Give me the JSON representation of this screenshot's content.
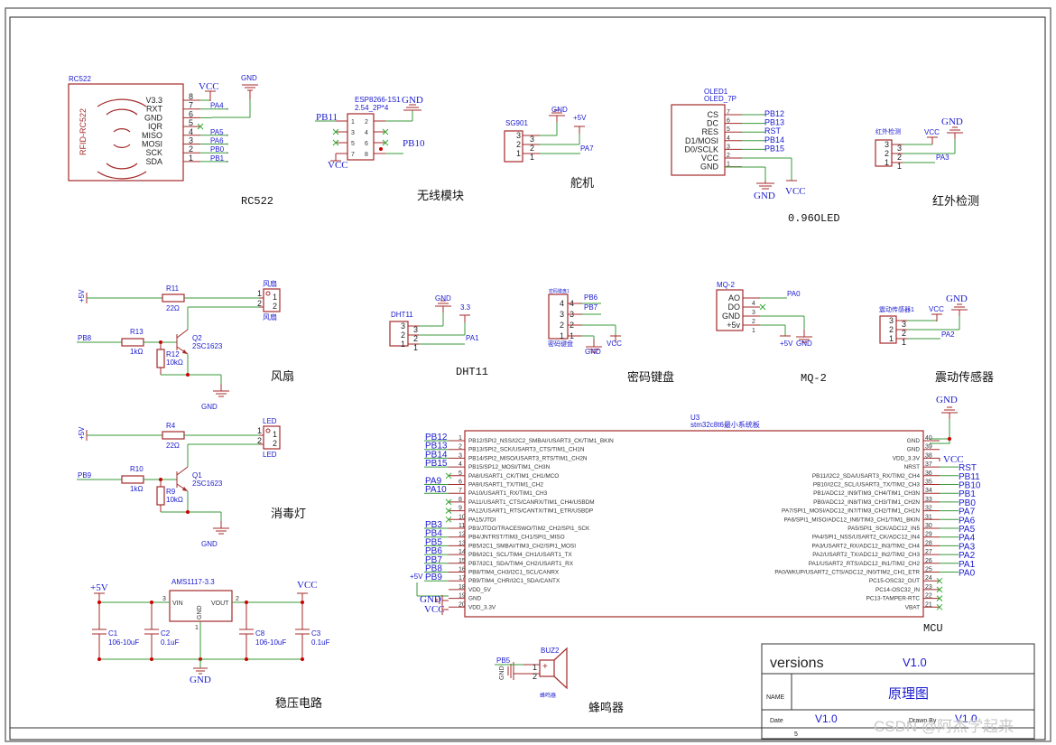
{
  "document": {
    "type": "schematic",
    "title": "原理图",
    "version": "V1.0"
  },
  "blocks": {
    "rc522": {
      "ref": "RC522",
      "part": "RFID-RC522",
      "caption": "RC522",
      "pins": [
        {
          "num": "8",
          "name": "V3.3",
          "net": "VCC"
        },
        {
          "num": "7",
          "name": "RXT",
          "net": "PA4"
        },
        {
          "num": "6",
          "name": "GND",
          "net": "GND"
        },
        {
          "num": "5",
          "name": "IQR",
          "net": "NC"
        },
        {
          "num": "4",
          "name": "MISO",
          "net": "PA5"
        },
        {
          "num": "3",
          "name": "MOSI",
          "net": "PA6"
        },
        {
          "num": "2",
          "name": "SCK",
          "net": "PB0"
        },
        {
          "num": "1",
          "name": "SDA",
          "net": "PB1"
        }
      ],
      "power": {
        "vcc": "VCC",
        "gnd": "GND"
      }
    },
    "wifi": {
      "ref": "ESP8266-1S1",
      "footprint": "2.54_2P*4",
      "caption": "无线模块",
      "pins_left": [
        "1",
        "3",
        "5",
        "7"
      ],
      "pins_right": [
        "2",
        "4",
        "6",
        "8"
      ],
      "nets": {
        "pin1": "PB11",
        "pin2": "GND",
        "pin7": "VCC",
        "pin8": "PB10"
      }
    },
    "servo": {
      "ref": "SG901",
      "caption": "舵机",
      "pins": [
        "3",
        "2",
        "1"
      ],
      "nets": {
        "pin3": "GND",
        "pin2": "+5V",
        "pin1": "PA7"
      }
    },
    "oled": {
      "ref": "OLED1",
      "part": "OLED_7P",
      "caption": "0.96OLED",
      "pins": [
        {
          "num": "7",
          "name": "CS",
          "net": "PB12"
        },
        {
          "num": "6",
          "name": "DC",
          "net": "PB13"
        },
        {
          "num": "5",
          "name": "RES",
          "net": "RST"
        },
        {
          "num": "4",
          "name": "D1/MOSI",
          "net": "PB14"
        },
        {
          "num": "3",
          "name": "D0/SCLK",
          "net": "PB15"
        },
        {
          "num": "2",
          "name": "VCC",
          "net": "VCC"
        },
        {
          "num": "1",
          "name": "GND",
          "net": "GND"
        }
      ],
      "power": {
        "vcc": "VCC",
        "gnd": "GND"
      }
    },
    "ir": {
      "ref": "红外检测",
      "caption": "红外检测",
      "pins": [
        "3",
        "2",
        "1"
      ],
      "nets": {
        "pin3": "VCC",
        "pin2": "GND",
        "pin1": "PA3"
      }
    },
    "fan": {
      "caption": "风扇",
      "connector": "风扇",
      "connector_value": "风扇",
      "supply": "+5V",
      "input": "PB8",
      "gnd": "GND",
      "r_series": {
        "ref": "R11",
        "value": "22Ω"
      },
      "r_base": {
        "ref": "R13",
        "value": "1kΩ"
      },
      "r_pull": {
        "ref": "R12",
        "value": "10kΩ"
      },
      "transistor": {
        "ref": "Q2",
        "part": "2SC1623"
      },
      "conn_pins": [
        "1",
        "2"
      ]
    },
    "dht11": {
      "ref": "DHT11",
      "caption": "DHT11",
      "pins": [
        "3",
        "2",
        "1"
      ],
      "nets": {
        "pin3": "GND",
        "pin2": "3.3",
        "pin1": "PA1"
      }
    },
    "keypad": {
      "ref": "密码键盘1",
      "value": "密码键盘",
      "caption": "密码键盘",
      "pins": [
        "4",
        "3",
        "2",
        "1"
      ],
      "nets": {
        "pin4": "PB6",
        "pin3": "PB7",
        "pin2": "VCC",
        "pin1": "GND"
      }
    },
    "mq2": {
      "ref": "MQ-2",
      "caption": "MQ-2",
      "pins": [
        {
          "num": "4",
          "name": "AO",
          "net": "PA0"
        },
        {
          "num": "3",
          "name": "DO",
          "net": "NC"
        },
        {
          "num": "2",
          "name": "GND",
          "net": "GND"
        },
        {
          "num": "1",
          "name": "+5v",
          "net": "+5V"
        }
      ],
      "power": {
        "v5": "+5V",
        "gnd": "GND"
      }
    },
    "vibration": {
      "ref": "震动传感器1",
      "caption": "震动传感器",
      "pins": [
        "3",
        "2",
        "1"
      ],
      "nets": {
        "pin3": "VCC",
        "pin2": "GND",
        "pin1": "PA2"
      }
    },
    "uv_led": {
      "caption": "消毒灯",
      "connector": "LED",
      "connector_value": "LED",
      "supply": "+5V",
      "input": "PB9",
      "gnd": "GND",
      "r_series": {
        "ref": "R4",
        "value": "22Ω"
      },
      "r_base": {
        "ref": "R10",
        "value": "1kΩ"
      },
      "r_pull": {
        "ref": "R9",
        "value": "10kΩ"
      },
      "transistor": {
        "ref": "Q1",
        "part": "2SC1623"
      },
      "conn_pins": [
        "1",
        "2"
      ]
    },
    "mcu": {
      "ref": "U3",
      "part": "stm32c8t6最小系统板",
      "caption": "MCU",
      "left_pins": [
        {
          "num": "1",
          "name": "PB12/SPI2_NSS/I2C2_SMBAI/USART3_CK/TIM1_BKIN",
          "net": "PB12"
        },
        {
          "num": "2",
          "name": "PB13/SPI2_SCK/USART3_CTS/TIM1_CH1N",
          "net": "PB13"
        },
        {
          "num": "3",
          "name": "PB14/SPI2_MISO/USART3_RTS/TIM1_CH2N",
          "net": "PB14"
        },
        {
          "num": "4",
          "name": "PB15/SP12_MOSI/TIM1_CH3N",
          "net": "PB15"
        },
        {
          "num": "5",
          "name": "PA8/USART1_CK/TIM1_CH1/MCO",
          "net": "NC"
        },
        {
          "num": "6",
          "name": "PA9/USART1_TX/TIM1_CH2",
          "net": "PA9"
        },
        {
          "num": "7",
          "name": "PA10/USART1_RX/TIM1_CH3",
          "net": "PA10"
        },
        {
          "num": "8",
          "name": "PA11/USART1_CTS/CANRX/TIM1_CH4/USBDM",
          "net": "NC"
        },
        {
          "num": "9",
          "name": "PA12/USART1_RTS/CANTX/TIM1_ETR/USBDP",
          "net": "NC"
        },
        {
          "num": "10",
          "name": "PA15/JTDI",
          "net": "NC"
        },
        {
          "num": "11",
          "name": "PB3/JTDO/TRACESWO/TIM2_CH2/SPI1_SCK",
          "net": "PB3"
        },
        {
          "num": "12",
          "name": "PB4/JNTRST/TIM3_CH1/SPI1_MISO",
          "net": "PB4"
        },
        {
          "num": "13",
          "name": "PB5/I2C1_SMBAI/TIM3_CH2/SPI1_MOSI",
          "net": "PB5"
        },
        {
          "num": "14",
          "name": "PB6/I2C1_SCL/TIM4_CH1/USART1_TX",
          "net": "PB6"
        },
        {
          "num": "15",
          "name": "PB7/I2C1_SDA/TIM4_CH2/USART1_RX",
          "net": "PB7"
        },
        {
          "num": "16",
          "name": "PB8/TIM4_CH3/I2C1_SCL/CANRX",
          "net": "PB8"
        },
        {
          "num": "17",
          "name": "PB9/TIM4_CHR/I2C1_SDA/CANTX",
          "net": "PB9"
        },
        {
          "num": "18",
          "name": "VDD_5V",
          "net": "+5V"
        },
        {
          "num": "19",
          "name": "GND",
          "net": "GND"
        },
        {
          "num": "20",
          "name": "VDD_3.3V",
          "net": "VCC"
        }
      ],
      "right_pins": [
        {
          "num": "40",
          "name": "GND",
          "net": "GND"
        },
        {
          "num": "39",
          "name": "GND",
          "net": "GND"
        },
        {
          "num": "38",
          "name": "VDD_3.3V",
          "net": "VCC"
        },
        {
          "num": "37",
          "name": "NRST",
          "net": "RST"
        },
        {
          "num": "36",
          "name": "PB11/I2C2_SDA/USART3_RX/TIM2_CH4",
          "net": "PB11"
        },
        {
          "num": "35",
          "name": "PB10/I2C2_SCL/USART3_TX/TIM2_CH3",
          "net": "PB10"
        },
        {
          "num": "34",
          "name": "PB1/ADC12_IN9/TIM3_CH4/TIM1_CH3N",
          "net": "PB1"
        },
        {
          "num": "33",
          "name": "PB0/ADC12_IN8/TIM3_CH3/TIM1_CH2N",
          "net": "PB0"
        },
        {
          "num": "32",
          "name": "PA7/SPI1_MOSI/ADC12_IN7/TIM3_CH2/TIM1_CH1N",
          "net": "PA7"
        },
        {
          "num": "31",
          "name": "PA6/SPI1_MISO/ADC12_IN6/TIM3_CH1/TIM1_BKIN",
          "net": "PA6"
        },
        {
          "num": "30",
          "name": "PA5/SPI1_SCK/ADC12_IN5",
          "net": "PA5"
        },
        {
          "num": "29",
          "name": "PA4/SPI1_NSS/USART2_CK/ADC12_IN4",
          "net": "PA4"
        },
        {
          "num": "28",
          "name": "PA3/USART2_RX/ADC12_IN3/TIM2_CH4",
          "net": "PA3"
        },
        {
          "num": "27",
          "name": "PA2/USART2_TX/ADC12_IN2/TIM2_CH3",
          "net": "PA2"
        },
        {
          "num": "26",
          "name": "PA1/USART2_RTS/ADC12_IN1/TIM2_CH2",
          "net": "PA1"
        },
        {
          "num": "25",
          "name": "PA0/WKUP/USART2_CTS/ADC12_IN0/TIM2_CH1_ETR",
          "net": "PA0"
        },
        {
          "num": "24",
          "name": "PC15-OSC32_OUT",
          "net": "NC"
        },
        {
          "num": "23",
          "name": "PC14-OSC32_IN",
          "net": "NC"
        },
        {
          "num": "22",
          "name": "PC13-TAMPER-RTC",
          "net": "NC"
        },
        {
          "num": "21",
          "name": "VBAT",
          "net": "NC"
        }
      ],
      "power_labels": {
        "gnd": "GND",
        "vcc": "VCC",
        "v5": "+5V"
      }
    },
    "regulator": {
      "ref": "AMS1117-3.3",
      "caption": "稳压电路",
      "pins": {
        "vin": "VIN",
        "vout": "VOUT",
        "gnd": "GND",
        "vin_num": "3",
        "vout_num": "2",
        "gnd_num": "1"
      },
      "input": "+5V",
      "output": "VCC",
      "gnd": "GND",
      "caps": [
        {
          "ref": "C1",
          "value": "106-10uF"
        },
        {
          "ref": "C2",
          "value": "0.1uF"
        },
        {
          "ref": "C8",
          "value": "106-10uF"
        },
        {
          "ref": "C3",
          "value": "0.1uF"
        }
      ]
    },
    "buzzer": {
      "ref": "BUZ2",
      "value": "蜂鸣器",
      "caption": "蜂鸣器",
      "pins": [
        "1",
        "2"
      ],
      "nets": {
        "pin1": "PB5",
        "pin2": "GND"
      },
      "polarity": "+"
    }
  },
  "title_block": {
    "versions_label": "versions",
    "versions_value": "V1.0",
    "name_label": "NAME",
    "name_value": "原理图",
    "date_label": "Date",
    "date_value": "V1.0",
    "drawn_by_label": "Drawn By",
    "drawn_by_value": "V1.0",
    "sheet_marks": [
      "5",
      "5"
    ]
  },
  "watermark": "CSDN @阿杰学起来",
  "colors": {
    "wire": "#3a9a3a",
    "pin": "#a52a2a",
    "net_label": "#1a1ad0",
    "junction": "#cc0000",
    "border": "#222222"
  }
}
